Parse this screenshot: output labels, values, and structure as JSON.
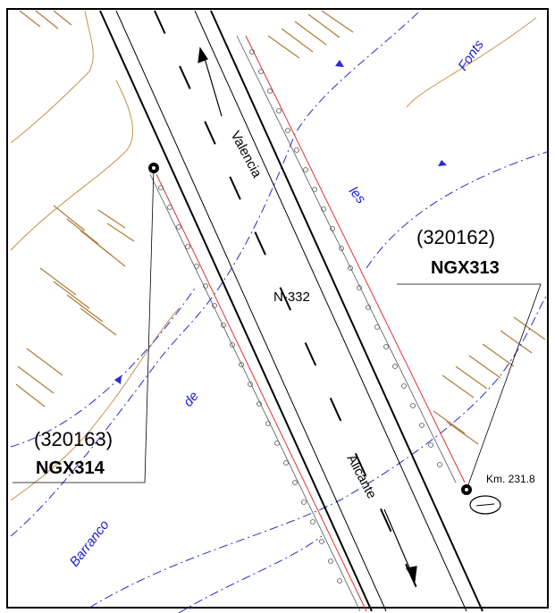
{
  "map": {
    "road": {
      "name": "N-332",
      "direction_north": "Valencia",
      "direction_south": "Alicante"
    },
    "stream": {
      "word_1": "Barranco",
      "word_2": "de",
      "word_3": "les",
      "word_4": "Fonts"
    },
    "stations": [
      {
        "code": "(320163)",
        "name": "NGX314"
      },
      {
        "code": "(320162)",
        "name": "NGX313"
      }
    ],
    "km_marker": {
      "label": "Km. 231.8"
    },
    "colors": {
      "road_edge": "#000000",
      "fence_line": "#e03030",
      "stream": "#2a2ad6",
      "contour": "#c8904a",
      "slope_hatch": "#b07a38",
      "label_stream": "#1a1adb"
    }
  }
}
